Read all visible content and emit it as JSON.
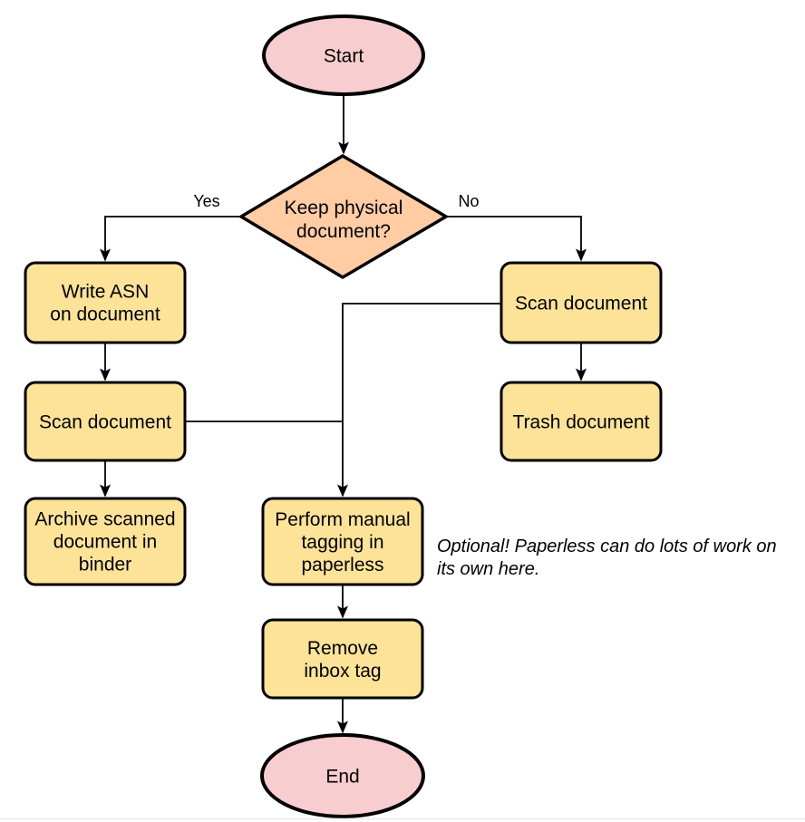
{
  "colors": {
    "background": "#ffffff",
    "stroke": "#000000",
    "text": "#000000",
    "terminal_fill": "#f8cdcf",
    "decision_fill": "#ffcca4",
    "process_fill": "#fde398",
    "bottom_rule": "#ececec"
  },
  "nodes": {
    "start": {
      "label": "Start"
    },
    "decision": {
      "lines": [
        "Keep physical",
        "document?"
      ]
    },
    "write_asn": {
      "lines": [
        "Write ASN",
        "on document"
      ]
    },
    "scan_left": {
      "label": "Scan document"
    },
    "archive": {
      "lines": [
        "Archive scanned",
        "document in",
        "binder"
      ]
    },
    "scan_right": {
      "label": "Scan document"
    },
    "trash": {
      "label": "Trash document"
    },
    "tagging": {
      "lines": [
        "Perform manual",
        "tagging in",
        "paperless"
      ]
    },
    "remove_inbox": {
      "lines": [
        "Remove",
        "inbox tag"
      ]
    },
    "end": {
      "label": "End"
    }
  },
  "edge_labels": {
    "yes": "Yes",
    "no": "No"
  },
  "annotation": {
    "lines": [
      "Optional! Paperless can do lots of work on",
      "its own here."
    ]
  }
}
